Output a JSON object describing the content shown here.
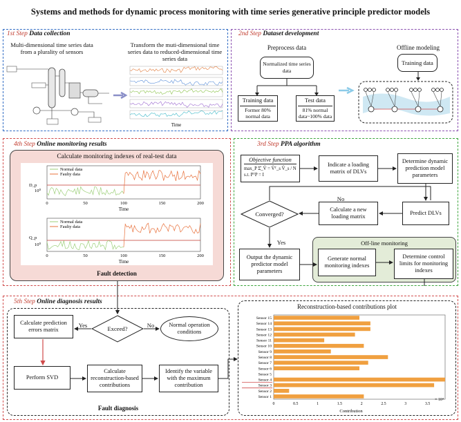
{
  "title": "Systems and methods for dynamic process monitoring with time series generative principle predictor models",
  "step1": {
    "label": "1st Step",
    "name": "Data collection",
    "left_text": "Multi-dimensional time series data from a plurality of sensors",
    "right_text": "Transform the muti-dimensional time series data to reduced-dimensional time series data",
    "axis_label": "Time"
  },
  "step2": {
    "label": "2nd Step",
    "name": "Dataset development",
    "preprocess": "Preprocess data",
    "normalized": "Normalized time series data",
    "training_box": "Training data",
    "training_sub": "Former 80% normal data",
    "test_box": "Test data",
    "test_sub": "81% normal data~100% data",
    "offline": "Offline modeling",
    "training_data": "Training data"
  },
  "step3": {
    "label": "3rd Step",
    "name": "PPA algorithm",
    "objective": "Objective function",
    "obj_line1": "max_P  Σ̂_V̂ = V̂ᵀ_s V̂_s / N",
    "obj_line2": "s.t.      PᵀP = I",
    "indicate": "Indicate a loading matrix of DLVs",
    "determine": "Determine dynamic prediction model parameters",
    "predict": "Predict DLVs",
    "calc_new": "Calculate a new loading matrix",
    "converged": "Converged?",
    "no": "No",
    "yes": "Yes",
    "output": "Output the dynamic predictor model parameters",
    "offline_mon": "Off-line monitoring",
    "gen_normal": "Generate normal monitoring indexes",
    "det_limits": "Determine control limits for monitoring indexes"
  },
  "step4": {
    "label": "4th Step",
    "name": "Online monitoring results",
    "calc": "Calculate monitoring indexes of real-test data",
    "legend_normal": "Normal data",
    "legend_faulty": "Faulty data",
    "x_ticks": [
      "0",
      "50",
      "100",
      "150",
      "200"
    ],
    "xlabel": "Time",
    "y_tick": "10⁰",
    "ylabel1": "D_p",
    "ylabel2": "Q_p",
    "fault_detection": "Fault detection"
  },
  "step5": {
    "label": "5th Step",
    "name": "Online diagnosis results",
    "calc_pred": "Calculate prediction errors matrix",
    "yes": "Yes",
    "no": "No",
    "exceed": "Exceed?",
    "normal_op": "Normal operation conditions",
    "svd": "Perform SVD",
    "recon": "Calculate reconstruction-based contributions",
    "identify": "Identify the variable with the maximum contribution",
    "fault_diag": "Fault diagnosis",
    "plot_title": "Reconstruction-based contributions plot"
  },
  "chart_data": {
    "type": "bar",
    "orientation": "horizontal",
    "title": "Reconstruction-based contributions plot",
    "xlabel": "Contribution",
    "x_exponent": "× 10⁴",
    "xlim": [
      0,
      3.9
    ],
    "x_ticks": [
      "0",
      "0.5",
      "1",
      "1.5",
      "2",
      "2.5",
      "3",
      "3.5"
    ],
    "categories": [
      "Sensor 1",
      "Sensor 2",
      "Sensor 3",
      "Sensor 4",
      "Sensor 5",
      "Sensor 6",
      "Sensor 7",
      "Sensor 8",
      "Sensor 9",
      "Sensor 10",
      "Sensor 11",
      "Sensor 12",
      "Sensor 13",
      "Sensor 14",
      "Sensor 15"
    ],
    "values": [
      2.05,
      0.35,
      3.65,
      3.9,
      0.0,
      1.95,
      2.15,
      2.6,
      1.3,
      2.05,
      1.15,
      1.85,
      2.2,
      2.2,
      1.95
    ],
    "highlight": [
      "Sensor 3",
      "Sensor 4"
    ],
    "bar_color": "#f0a040"
  },
  "colors": {
    "blue": "#2f6bc4",
    "purple": "#8a4fb0",
    "red": "#d04a4a",
    "green": "#3aa43a",
    "normal_line": "#9ccf78",
    "faulty_line": "#e8703a",
    "threshold": "#c0392b"
  }
}
